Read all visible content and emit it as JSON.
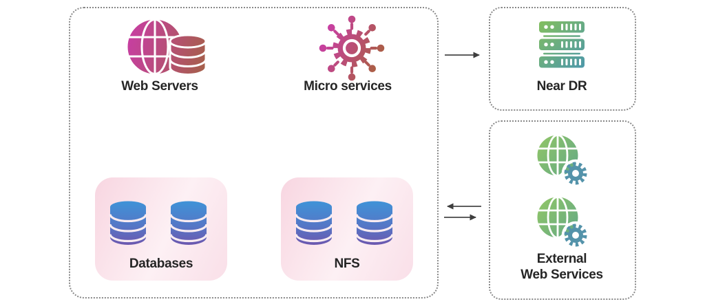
{
  "diagram": {
    "main_group": {
      "web_servers": {
        "label": "Web Servers",
        "icon": "globe-database-icon"
      },
      "micro_services": {
        "label": "Micro services",
        "icon": "gear-hub-icon"
      },
      "databases": {
        "label": "Databases",
        "icon": "database-cylinders-icon"
      },
      "nfs": {
        "label": "NFS",
        "icon": "database-cylinders-icon"
      }
    },
    "right_group": {
      "near_dr": {
        "label": "Near DR",
        "icon": "server-stack-icon"
      },
      "external_web_services": {
        "label_line1": "External",
        "label_line2": "Web Services",
        "icon": "globe-gear-icon"
      }
    },
    "edges": [
      {
        "from": "web-servers",
        "to": "micro-services",
        "style": "arrow-right"
      },
      {
        "from": "web-servers",
        "to": "databases",
        "style": "arrow-down"
      },
      {
        "from": "web-servers",
        "to": "nfs",
        "style": "arrow-down-crossed"
      },
      {
        "from": "micro-services",
        "to": "databases",
        "style": "arrow-down-crossed"
      },
      {
        "from": "micro-services",
        "to": "nfs",
        "style": "arrow-down"
      },
      {
        "from": "main-group",
        "to": "near-dr",
        "style": "arrow-right"
      },
      {
        "from": "external-web-services",
        "to": "main-group",
        "style": "arrow-left"
      },
      {
        "from": "main-group",
        "to": "external-web-services",
        "style": "arrow-right"
      }
    ],
    "colors": {
      "magenta": "#c73ea2",
      "rust": "#a65f4b",
      "db_blue": "#3f93d8",
      "db_purple": "#6e55ad",
      "server_green": "#83bf5e",
      "server_teal": "#4a96ae",
      "globe_green": "#90c568",
      "globe_teal": "#57a28c",
      "gear_teal": "#5493aa",
      "pink_box": "#f8d6e1",
      "connector": "#474747",
      "border": "#878787",
      "text": "#252525"
    }
  }
}
